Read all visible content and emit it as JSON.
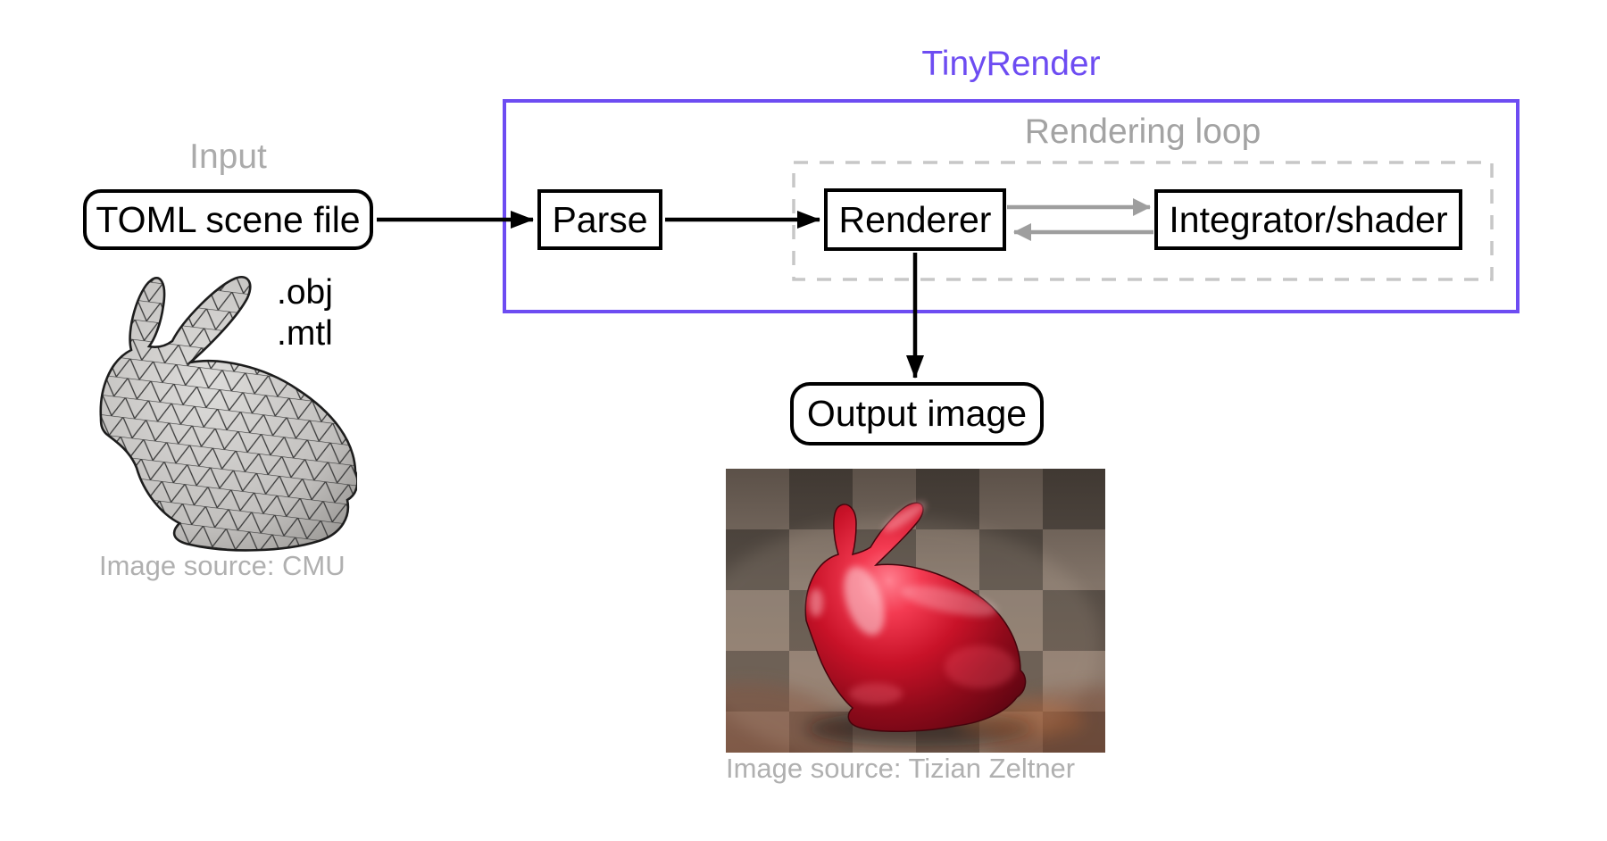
{
  "title": "TinyRender",
  "labels": {
    "input": "Input",
    "rendering_loop": "Rendering loop"
  },
  "nodes": {
    "toml": "TOML scene file",
    "parse": "Parse",
    "renderer": "Renderer",
    "integrator": "Integrator/shader",
    "output": "Output image"
  },
  "annotations": {
    "obj": ".obj",
    "mtl": ".mtl"
  },
  "captions": {
    "wireframe_source": "Image source: CMU",
    "render_source": "Image source: Tizian Zeltner"
  },
  "colors": {
    "accent_purple": "#6d4cf2",
    "muted_text": "#ababab",
    "gray_arrow": "#9e9e9e",
    "dashed_border": "#c7c7c7",
    "node_border": "#000000",
    "checker_light": "#8e7f73",
    "checker_dark": "#5c534b",
    "bunny_red": "#c81228"
  }
}
